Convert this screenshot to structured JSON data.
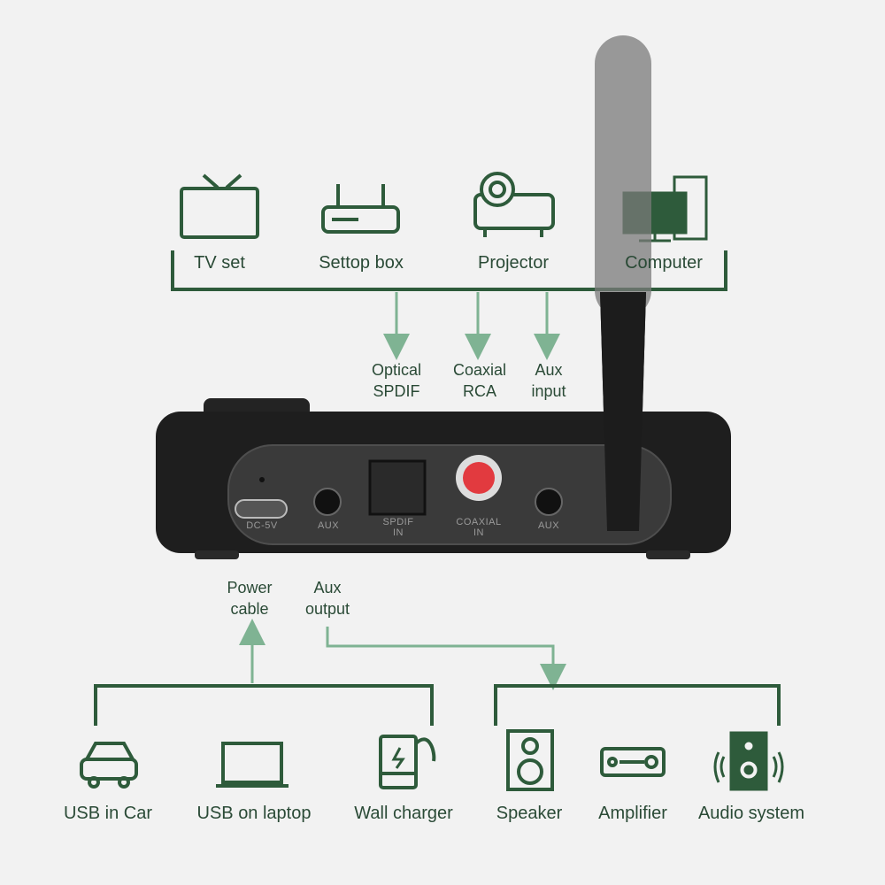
{
  "colors": {
    "dark_green": "#2e5b3b",
    "light_green": "#7fb393",
    "device": "#1e1e1e",
    "coaxial": "#e23a3f",
    "background": "#f2f2f2"
  },
  "sources": [
    {
      "label": "TV set",
      "icon": "tv-icon"
    },
    {
      "label": "Settop box",
      "icon": "router-icon"
    },
    {
      "label": "Projector",
      "icon": "projector-icon"
    },
    {
      "label": "Computer",
      "icon": "computer-icon"
    }
  ],
  "inputs": [
    {
      "line1": "Optical",
      "line2": "SPDIF"
    },
    {
      "line1": "Coaxial",
      "line2": "RCA"
    },
    {
      "line1": "Aux",
      "line2": "input"
    }
  ],
  "device_ports": [
    {
      "line1": "DC-5V",
      "line2": ""
    },
    {
      "line1": "AUX",
      "line2": ""
    },
    {
      "line1": "SPDIF",
      "line2": "IN"
    },
    {
      "line1": "COAXIAL",
      "line2": "IN"
    },
    {
      "line1": "AUX",
      "line2": ""
    }
  ],
  "outputs": [
    {
      "line1": "Power",
      "line2": "cable"
    },
    {
      "line1": "Aux",
      "line2": "output"
    }
  ],
  "power_sources": [
    {
      "label": "USB in Car",
      "icon": "car-icon"
    },
    {
      "label": "USB on laptop",
      "icon": "laptop-icon"
    },
    {
      "label": "Wall charger",
      "icon": "power-bank-icon"
    }
  ],
  "output_devices": [
    {
      "label": "Speaker",
      "icon": "speaker-icon"
    },
    {
      "label": "Amplifier",
      "icon": "amplifier-icon"
    },
    {
      "label": "Audio system",
      "icon": "audio-system-icon"
    }
  ]
}
